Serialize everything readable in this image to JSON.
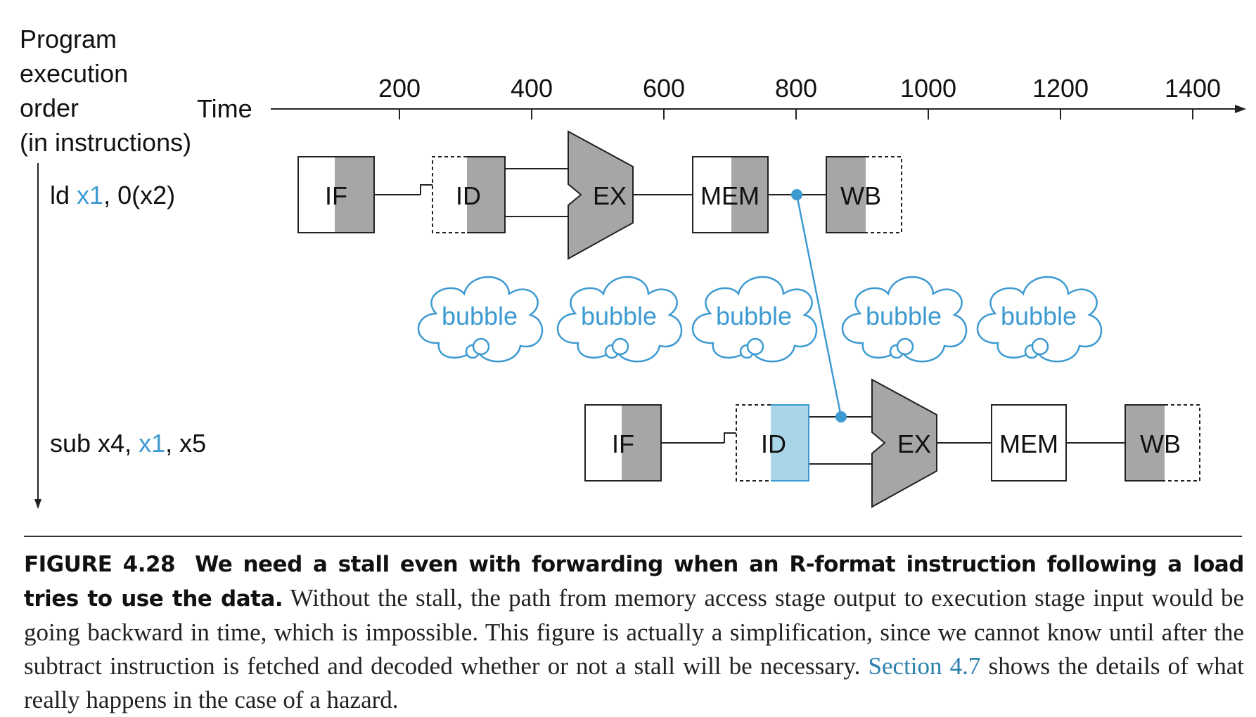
{
  "axis": {
    "y_label_lines": [
      "Program",
      "execution",
      "order",
      "(in instructions)"
    ],
    "time_label": "Time",
    "ticks": [
      "200",
      "400",
      "600",
      "800",
      "1000",
      "1200",
      "1400"
    ]
  },
  "instructions": [
    {
      "parts": [
        "ld ",
        "x1",
        ", 0(x2)"
      ]
    },
    {
      "parts": [
        "sub x4, ",
        "x1",
        ", x5"
      ]
    }
  ],
  "stages": {
    "if": "IF",
    "id": "ID",
    "ex": "EX",
    "mem": "MEM",
    "wb": "WB"
  },
  "bubble_label": "bubble",
  "colors": {
    "accent": "#3d9ad1",
    "stage_fill": "#a6a6a6",
    "highlight": "#a8d5e8"
  },
  "caption": {
    "figure_number": "FIGURE 4.28",
    "title": "We need a stall even with forwarding when an R-format instruction following a load tries to use the data.",
    "body": " Without the stall, the path from memory access stage output to execution stage input would be going backward in time, which is impossible. This figure is actually a simplification, since we cannot know until after the subtract instruction is fetched and decoded whether or not a stall will be necessary. ",
    "link": "Section 4.7",
    "tail": " shows the details of what really happens in the case of a hazard."
  }
}
